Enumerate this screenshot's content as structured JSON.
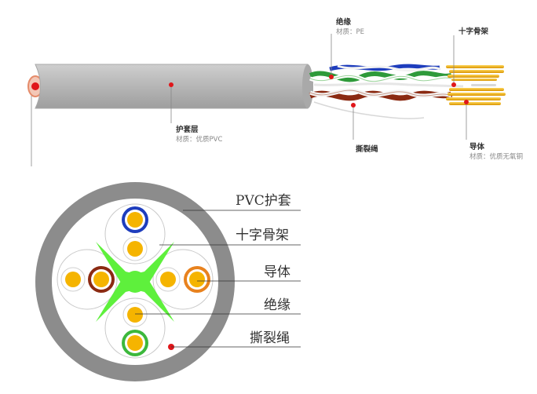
{
  "top_labels": {
    "insulation_title": "绝缘",
    "insulation_material": "材质：PE",
    "cross_title": "十字骨架",
    "jacket_title": "护套层",
    "jacket_material": "材质：优质PVC",
    "ripcord_title": "撕裂绳",
    "conductor_title": "导体",
    "conductor_material": "材质：优质无氧铜"
  },
  "section_labels": {
    "pvc_jacket": "PVC护套",
    "cross_filler": "十字骨架",
    "conductor": "导体",
    "insulation": "绝缘",
    "ripcord": "撕裂绳"
  },
  "colors": {
    "jacket_gray": "#b4b4b4",
    "jacket_ring": "#909090",
    "conductor": "#f5b400",
    "pair_blue": "#1e3dbd",
    "pair_brown": "#8b2a12",
    "pair_orange": "#e8821e",
    "pair_green": "#3cb83c",
    "cross_green": "#5ef03c",
    "marker_red": "#e0161a"
  }
}
